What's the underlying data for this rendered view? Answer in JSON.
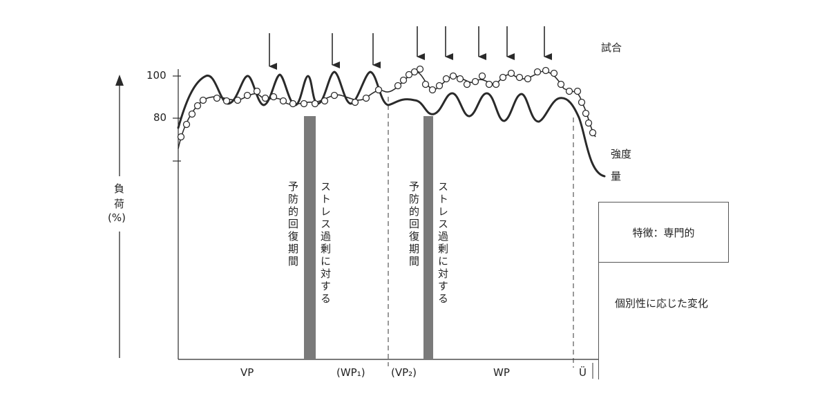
{
  "colors": {
    "line": "#2a2a2a",
    "bar": "#7a7a7a",
    "marker_fill": "#ffffff",
    "background": "#ffffff"
  },
  "y_axis": {
    "label": [
      "負",
      "荷",
      "(%)"
    ],
    "ticks": [
      "100",
      "80"
    ]
  },
  "legend_top": "試合",
  "curve_labels": {
    "intensity": "強度",
    "volume": "量"
  },
  "recovery_annotations": [
    {
      "left_text": "予防的回復期間",
      "right_text": "ストレス過剰に対する"
    },
    {
      "left_text": "予防的回復期間",
      "right_text": "ストレス過剰に対する"
    }
  ],
  "periods": [
    "VP",
    "(WP₁)",
    "(VP₂)",
    "WP",
    "Ü"
  ],
  "side_boxes": {
    "top": "特徴：専門的",
    "bottom": "個別性に応じた変化"
  },
  "competition_arrow_count": 8
}
